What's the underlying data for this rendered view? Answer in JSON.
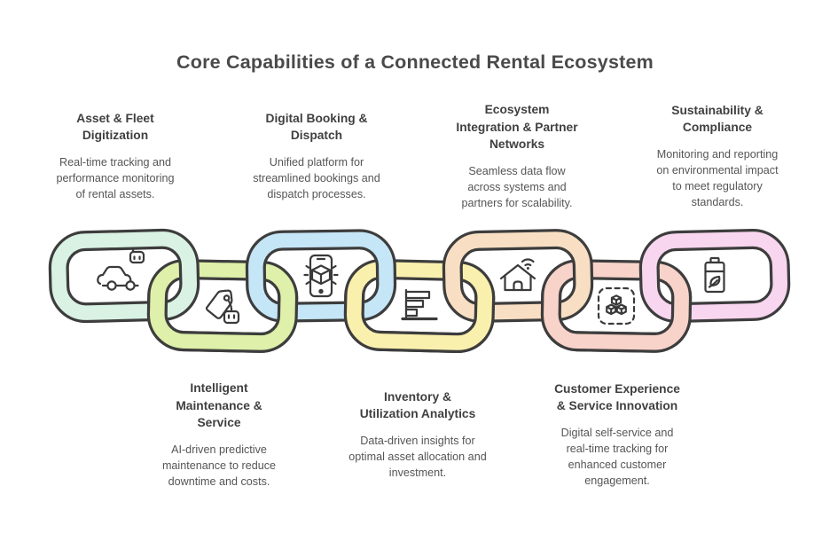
{
  "title": "Core Capabilities of a Connected Rental Ecosystem",
  "colors": {
    "outline": "#3d3d3d",
    "icon_stroke": "#3a3a3a",
    "title_text": "#4a4a4a",
    "heading_text": "#404040",
    "body_text": "#555555"
  },
  "top_capabilities": [
    {
      "heading": "Asset & Fleet\nDigitization",
      "description": "Real-time tracking and\nperformance monitoring\nof rental assets."
    },
    {
      "heading": "Digital Booking &\nDispatch",
      "description": "Unified platform for\nstreamlined bookings and\ndispatch processes."
    },
    {
      "heading": "Ecosystem\nIntegration & Partner\nNetworks",
      "description": "Seamless data flow\nacross systems and\npartners for scalability."
    },
    {
      "heading": "Sustainability &\nCompliance",
      "description": "Monitoring and reporting\non environmental impact\nto meet regulatory\nstandards."
    }
  ],
  "bottom_capabilities": [
    {
      "heading": "Intelligent\nMaintenance &\nService",
      "description": "AI-driven predictive\nmaintenance to reduce\ndowntime and costs."
    },
    {
      "heading": "Inventory &\nUtilization Analytics",
      "description": "Data-driven insights for\noptimal asset allocation and\ninvestment."
    },
    {
      "heading": "Customer Experience\n& Service Innovation",
      "description": "Digital self-service and\nreal-time tracking for\nenhanced customer\nengagement."
    }
  ],
  "chain_links": [
    {
      "icon": "gps-car-icon",
      "color": "#d9f2e3",
      "position": "upper"
    },
    {
      "icon": "smart-tag-icon",
      "color": "#def0a9",
      "position": "lower"
    },
    {
      "icon": "phone-package-icon",
      "color": "#c5e6f7",
      "position": "upper"
    },
    {
      "icon": "bar-chart-icon",
      "color": "#faf0ae",
      "position": "lower"
    },
    {
      "icon": "connected-home-icon",
      "color": "#f8dfc3",
      "position": "upper"
    },
    {
      "icon": "modular-cubes-icon",
      "color": "#f8d3ca",
      "position": "lower"
    },
    {
      "icon": "eco-battery-icon",
      "color": "#f9d6ef",
      "position": "upper"
    }
  ]
}
